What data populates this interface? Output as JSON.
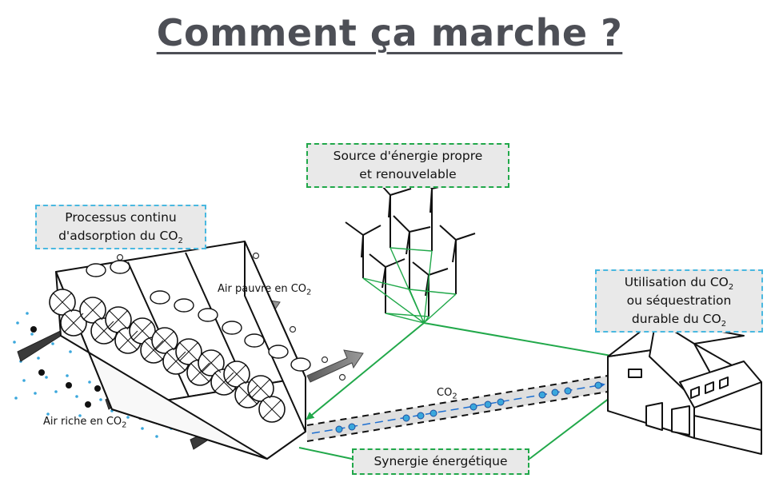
{
  "title": "Comment ça marche ?",
  "labels": {
    "energy_source": {
      "line1": "Source d'énergie propre",
      "line2": "et renouvelable"
    },
    "adsorption": {
      "line1": "Processus continu",
      "line2_prefix": "d'adsorption du CO",
      "line2_sub": "2"
    },
    "utilisation": {
      "line1_prefix": "Utilisation du CO",
      "line1_sub": "2",
      "line2": "ou séquestration",
      "line3_prefix": "durable du CO",
      "line3_sub": "2"
    },
    "synergy": "Synergie énergétique",
    "air_poor": {
      "prefix": "Air pauvre en CO",
      "sub": "2"
    },
    "air_rich": {
      "prefix": "Air riche en CO",
      "sub": "2"
    },
    "pipe_co2": {
      "prefix": "CO",
      "sub": "2"
    }
  },
  "colors": {
    "title": "#4d4f56",
    "box_bg": "#e9e9e9",
    "blue_dash": "#49b8e0",
    "green_dash": "#21a84a",
    "connector_green": "#21a84a",
    "flow_blue": "#1e6fd0"
  }
}
